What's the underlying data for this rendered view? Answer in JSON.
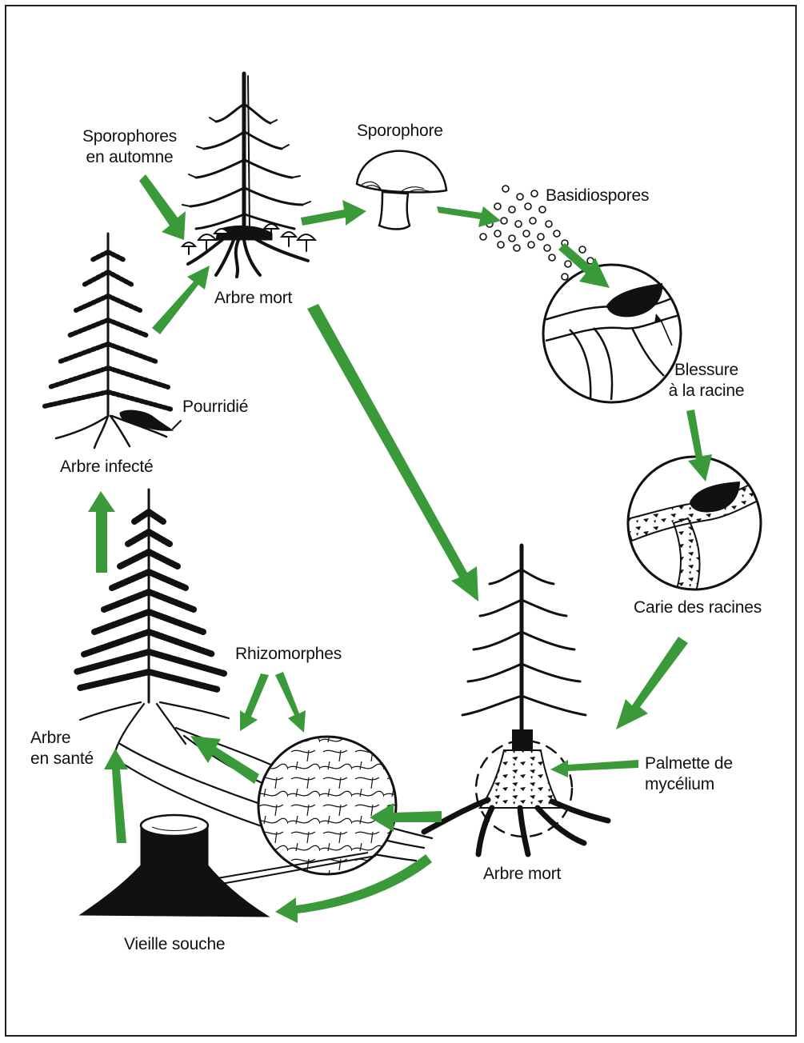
{
  "colors": {
    "arrow": "#3a9a3a",
    "ink": "#111111",
    "background": "#ffffff"
  },
  "labels": {
    "sporophores_autumn": [
      "Sporophores",
      "en automne"
    ],
    "sporophore": "Sporophore",
    "basidiospores": "Basidiospores",
    "dead_tree_top": "Arbre mort",
    "root_rot": "Pourridié",
    "infected_tree": "Arbre infecté",
    "root_wound": [
      "Blessure",
      "à la racine"
    ],
    "root_decay": "Carie des racines",
    "rhizomorphs": "Rhizomorphes",
    "healthy_tree": [
      "Arbre",
      "en santé"
    ],
    "mycelial_fan": [
      "Palmette de",
      "mycélium"
    ],
    "dead_tree_bottom": "Arbre mort",
    "old_stump": "Vieille souche"
  },
  "icons": [
    "conifer-tree-icon",
    "mushroom-icon",
    "spore-cloud-icon",
    "root-wound-magnifier-icon",
    "root-decay-magnifier-icon",
    "rhizomorph-magnifier-icon",
    "stump-icon",
    "cycle-arrow-icon"
  ]
}
